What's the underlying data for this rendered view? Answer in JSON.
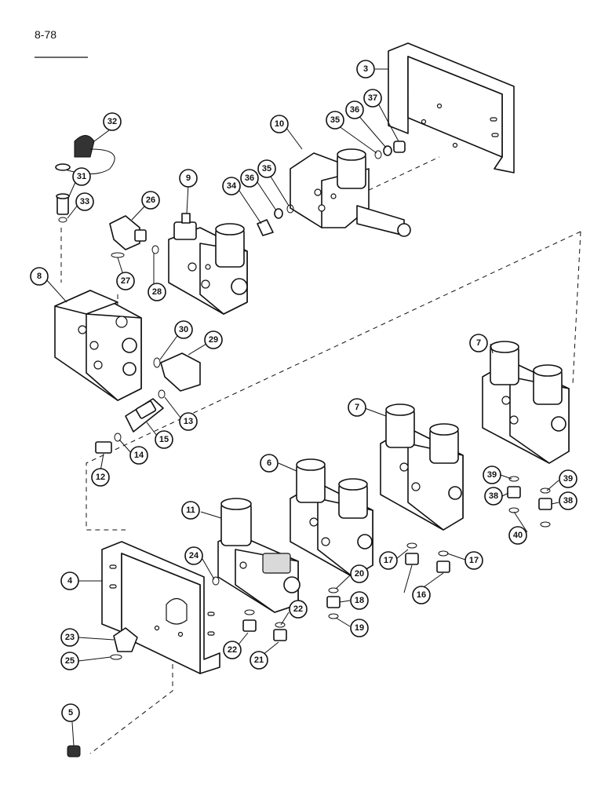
{
  "page": {
    "number": "8-78"
  },
  "callouts": [
    {
      "id": "c3",
      "label": "3"
    },
    {
      "id": "c10",
      "label": "10"
    },
    {
      "id": "c35a",
      "label": "35"
    },
    {
      "id": "c36a",
      "label": "36"
    },
    {
      "id": "c37",
      "label": "37"
    },
    {
      "id": "c32",
      "label": "32"
    },
    {
      "id": "c9",
      "label": "9"
    },
    {
      "id": "c34",
      "label": "34"
    },
    {
      "id": "c36b",
      "label": "36"
    },
    {
      "id": "c35b",
      "label": "35"
    },
    {
      "id": "c31",
      "label": "31"
    },
    {
      "id": "c33",
      "label": "33"
    },
    {
      "id": "c26",
      "label": "26"
    },
    {
      "id": "c27",
      "label": "27"
    },
    {
      "id": "c28",
      "label": "28"
    },
    {
      "id": "c8",
      "label": "8"
    },
    {
      "id": "c30",
      "label": "30"
    },
    {
      "id": "c29",
      "label": "29"
    },
    {
      "id": "c13",
      "label": "13"
    },
    {
      "id": "c15",
      "label": "15"
    },
    {
      "id": "c14",
      "label": "14"
    },
    {
      "id": "c12",
      "label": "12"
    },
    {
      "id": "c7a",
      "label": "7"
    },
    {
      "id": "c7b",
      "label": "7"
    },
    {
      "id": "c6",
      "label": "6"
    },
    {
      "id": "c39a",
      "label": "39"
    },
    {
      "id": "c38a",
      "label": "38"
    },
    {
      "id": "c39b",
      "label": "39"
    },
    {
      "id": "c38b",
      "label": "38"
    },
    {
      "id": "c40",
      "label": "40"
    },
    {
      "id": "c11",
      "label": "11"
    },
    {
      "id": "c24",
      "label": "24"
    },
    {
      "id": "c17a",
      "label": "17"
    },
    {
      "id": "c17b",
      "label": "17"
    },
    {
      "id": "c4",
      "label": "4"
    },
    {
      "id": "c20",
      "label": "20"
    },
    {
      "id": "c16",
      "label": "16"
    },
    {
      "id": "c18",
      "label": "18"
    },
    {
      "id": "c22a",
      "label": "22"
    },
    {
      "id": "c19",
      "label": "19"
    },
    {
      "id": "c23",
      "label": "23"
    },
    {
      "id": "c22b",
      "label": "22"
    },
    {
      "id": "c21",
      "label": "21"
    },
    {
      "id": "c25",
      "label": "25"
    },
    {
      "id": "c5",
      "label": "5"
    }
  ]
}
